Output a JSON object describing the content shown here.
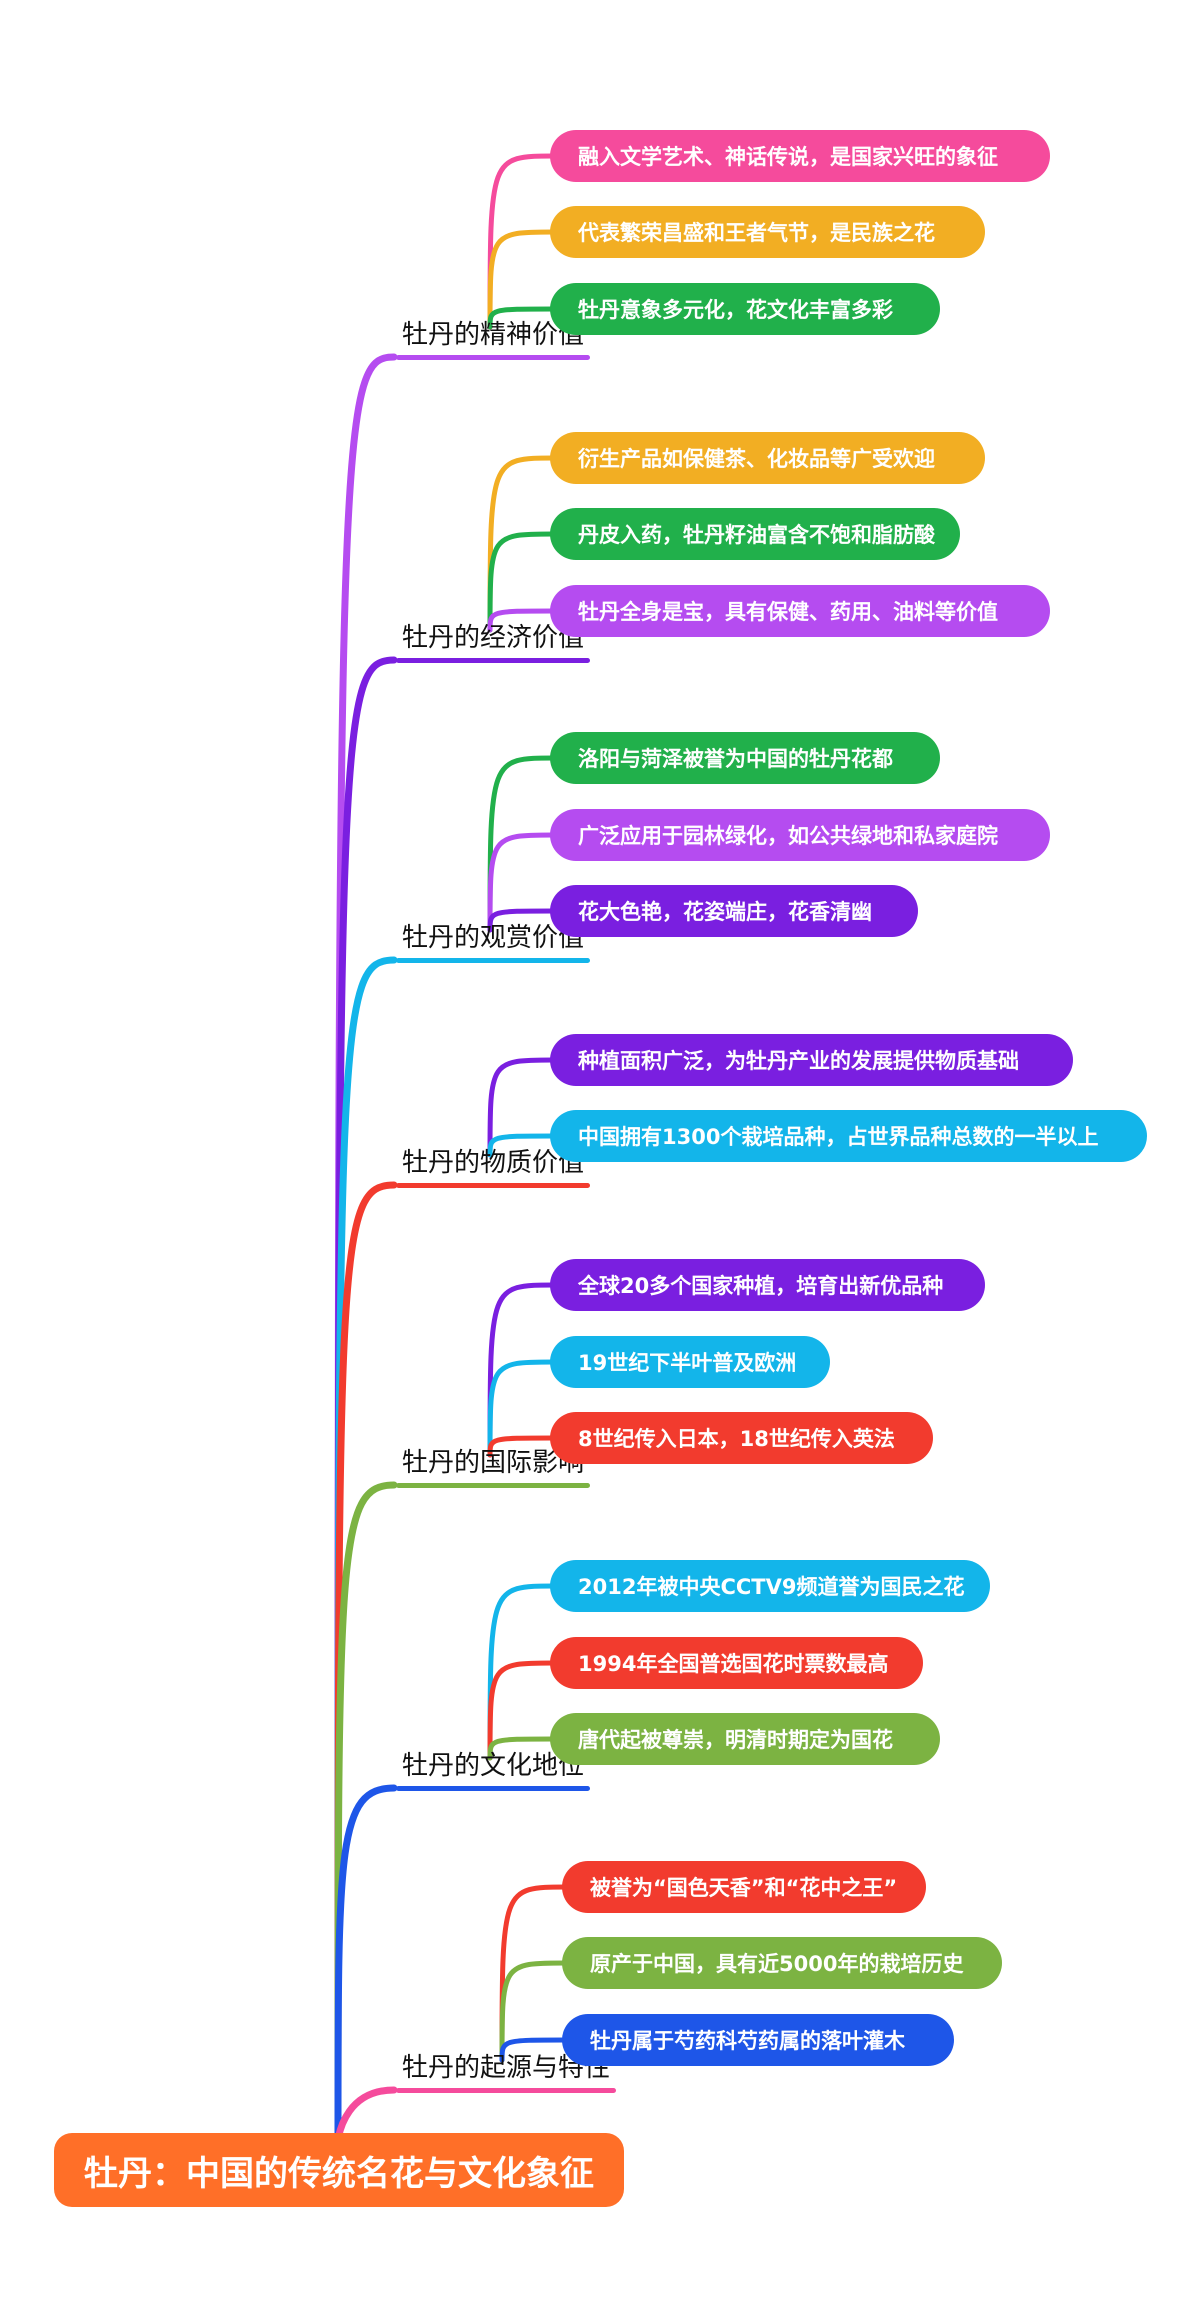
{
  "root": {
    "label": "牡丹：中国的传统名花与文化象征",
    "color": "#FF6F28"
  },
  "branches": [
    {
      "label": "牡丹的精神价值",
      "color": "#B54CF0",
      "leaves": [
        {
          "label": "融入文学艺术、神话传说，是国家兴旺的象征",
          "color": "#F54B9C"
        },
        {
          "label": "代表繁荣昌盛和王者气节，是民族之花",
          "color": "#F2AE23"
        },
        {
          "label": "牡丹意象多元化，花文化丰富多彩",
          "color": "#21B04B"
        }
      ]
    },
    {
      "label": "牡丹的经济价值",
      "color": "#7A1FE0",
      "leaves": [
        {
          "label": "衍生产品如保健茶、化妆品等广受欢迎",
          "color": "#F2AE23"
        },
        {
          "label": "丹皮入药，牡丹籽油富含不饱和脂肪酸",
          "color": "#21B04B"
        },
        {
          "label": "牡丹全身是宝，具有保健、药用、油料等价值",
          "color": "#B54CF0"
        }
      ]
    },
    {
      "label": "牡丹的观赏价值",
      "color": "#13B5EA",
      "leaves": [
        {
          "label": "洛阳与菏泽被誉为中国的牡丹花都",
          "color": "#21B04B"
        },
        {
          "label": "广泛应用于园林绿化，如公共绿地和私家庭院",
          "color": "#B54CF0"
        },
        {
          "label": "花大色艳，花姿端庄，花香清幽",
          "color": "#7A1FE0"
        }
      ]
    },
    {
      "label": "牡丹的物质价值",
      "color": "#F23B2E",
      "leaves": [
        {
          "label": "种植面积广泛，为牡丹产业的发展提供物质基础",
          "color": "#7A1FE0"
        },
        {
          "label": "中国拥有1300个栽培品种，占世界品种总数的一半以上",
          "color": "#13B5EA"
        }
      ]
    },
    {
      "label": "牡丹的国际影响",
      "color": "#7CB342",
      "leaves": [
        {
          "label": "全球20多个国家种植，培育出新优品种",
          "color": "#7A1FE0"
        },
        {
          "label": "19世纪下半叶普及欧洲",
          "color": "#13B5EA"
        },
        {
          "label": "8世纪传入日本，18世纪传入英法",
          "color": "#F23B2E"
        }
      ]
    },
    {
      "label": "牡丹的文化地位",
      "color": "#1E56E8",
      "leaves": [
        {
          "label": "2012年被中央CCTV9频道誉为国民之花",
          "color": "#13B5EA"
        },
        {
          "label": "1994年全国普选国花时票数最高",
          "color": "#F23B2E"
        },
        {
          "label": "唐代起被尊崇，明清时期定为国花",
          "color": "#7CB342"
        }
      ]
    },
    {
      "label": "牡丹的起源与特性",
      "color": "#F54B9C",
      "leaves": [
        {
          "label": "被誉为“国色天香”和“花中之王”",
          "color": "#F23B2E"
        },
        {
          "label": "原产于中国，具有近5000年的栽培历史",
          "color": "#7CB342"
        },
        {
          "label": "牡丹属于芍药科芍药属的落叶灌木",
          "color": "#1E56E8"
        }
      ]
    }
  ]
}
